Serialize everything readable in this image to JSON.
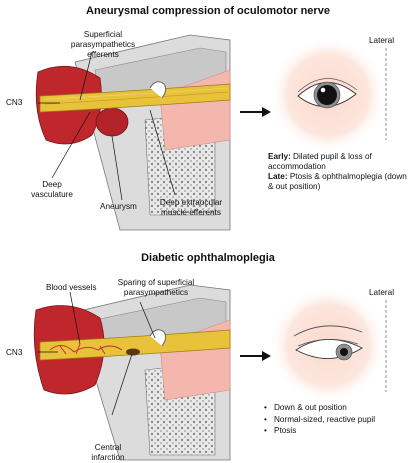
{
  "panel1": {
    "title": "Aneurysmal compression of oculomotor nerve",
    "label_superficial": "Superficial parasympathetics efferents",
    "label_cn3": "CN3",
    "label_deep_vasc": "Deep vasculature",
    "label_aneurysm": "Aneurysm",
    "label_deep_extra": "Deep extraocular muscle efferents",
    "label_lateral": "Lateral",
    "early_head": "Early:",
    "early_text": "Dilated pupil & loss of accommodation",
    "late_head": "Late:",
    "late_text": "Ptosis & ophthalmoplegia (down & out position)"
  },
  "panel2": {
    "title": "Diabetic ophthalmoplegia",
    "label_blood": "Blood vessels",
    "label_sparing": "Sparing of superficial parasympathetics",
    "label_cn3": "CN3",
    "label_central": "Central infarction",
    "label_lateral": "Lateral",
    "bullets": [
      "Down & out position",
      "Normal-sized, reactive pupil",
      "Ptosis"
    ]
  },
  "colors": {
    "nerve": "#e8c23a",
    "vessel": "#c0272d",
    "pink": "#f3b7ad",
    "bone": "#d9d9d9"
  }
}
